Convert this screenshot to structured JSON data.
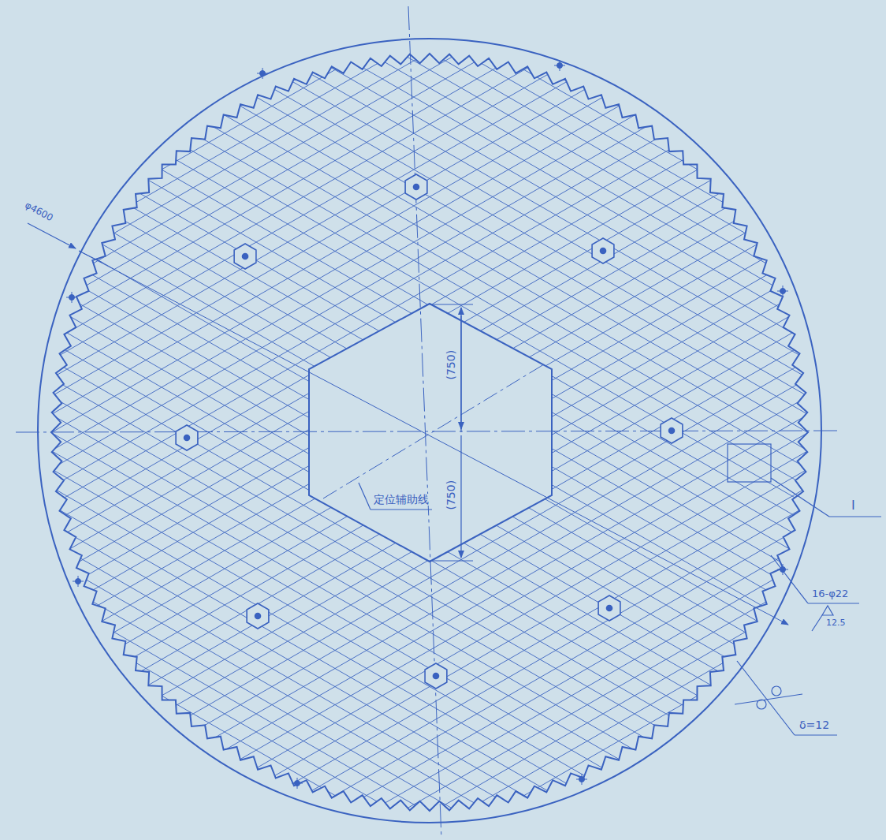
{
  "diagram": {
    "labels": [
      "φ4600",
      "(750)",
      "(750)",
      "定位辅助线",
      "I",
      "16-φ22",
      "12.5",
      "δ=12"
    ]
  }
}
